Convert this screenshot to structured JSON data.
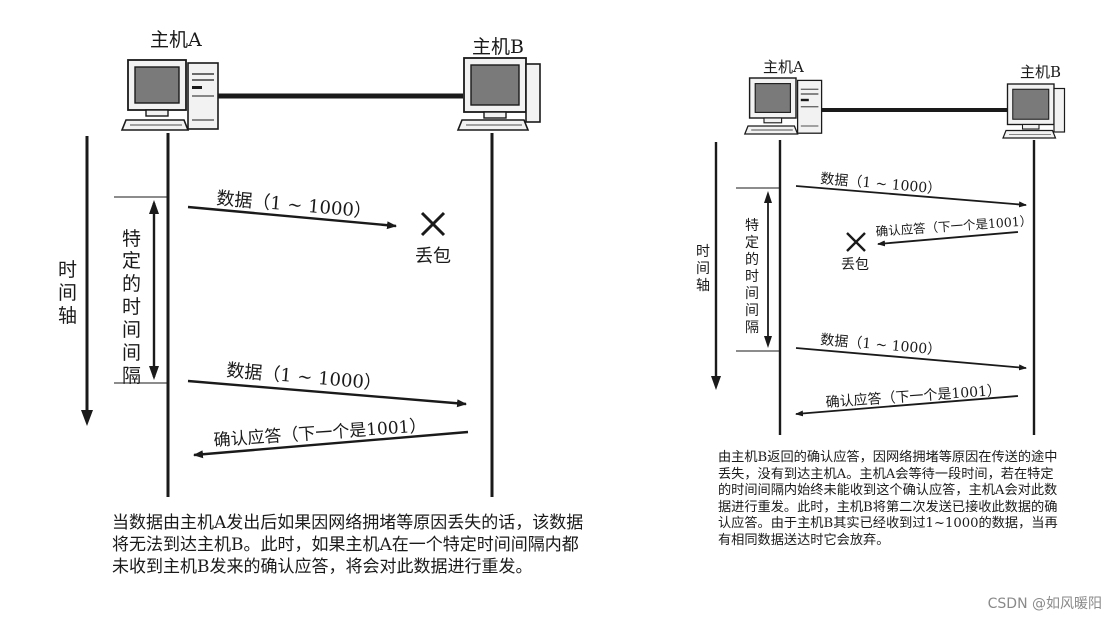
{
  "colors": {
    "ink": "#1a1a1a",
    "computer_body": "#f2f2f2",
    "screen": "#7a7a7a"
  },
  "left_diagram": {
    "host_a": "主机A",
    "host_b": "主机B",
    "timeline_label": [
      "时",
      "间",
      "轴"
    ],
    "interval_label": [
      "特",
      "定",
      "的",
      "时",
      "间",
      "间",
      "隔"
    ],
    "msg1": "数据（1 ~ 1000）",
    "lost_label": "丢包",
    "msg2": "数据（1 ~ 1000）",
    "ack": "确认应答（下一个是1001）",
    "caption": "当数据由主机A发出后如果因网络拥堵等原因丢失的话，该数据将无法到达主机B。此时，如果主机A在一个特定时间间隔内都未收到主机B发来的确认应答，将会对此数据进行重发。"
  },
  "right_diagram": {
    "host_a": "主机A",
    "host_b": "主机B",
    "timeline_label": [
      "时",
      "间",
      "轴"
    ],
    "interval_label": [
      "特",
      "定",
      "的",
      "时",
      "间",
      "间",
      "隔"
    ],
    "msg1": "数据（1 ~ 1000）",
    "ack_lost": "确认应答（下一个是1001）",
    "lost_label": "丢包",
    "msg2": "数据（1 ~ 1000）",
    "ack2": "确认应答（下一个是1001）",
    "caption": "由主机B返回的确认应答，因网络拥堵等原因在传送的途中丢失，没有到达主机A。主机A会等待一段时间，若在特定的时间间隔内始终未能收到这个确认应答，主机A会对此数据进行重发。此时，主机B将第二次发送已接收此数据的确认应答。由于主机B其实已经收到过1~1000的数据，当再有相同数据送达时它会放弃。"
  },
  "watermark": "CSDN @如风暖阳"
}
